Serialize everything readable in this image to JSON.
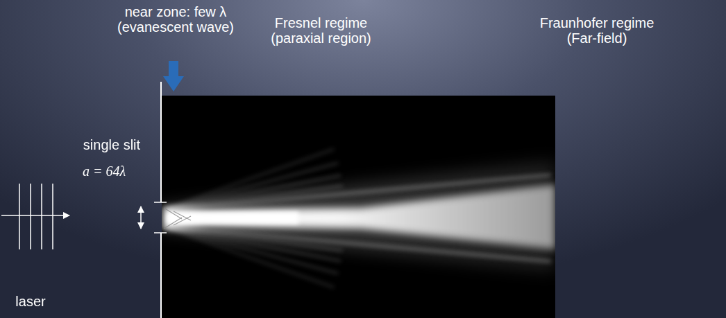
{
  "diagram": {
    "labels": [
      "near zone: few λ (evanescent wave)",
      "Fresnel regime (paraxial region)",
      "Fraunhofer regime (Far-field)",
      "single slit",
      "a = 64λ",
      "laser"
    ]
  }
}
